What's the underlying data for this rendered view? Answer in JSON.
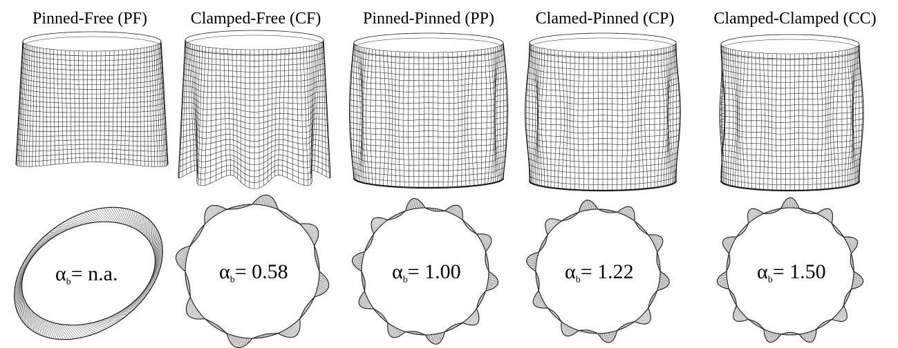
{
  "cases": [
    {
      "id": "PF",
      "title": "Pinned-Free (PF)",
      "alpha_symbol": "α",
      "alpha_sub": "b",
      "alpha_value": "= n.a.",
      "lobes": 2,
      "top_bc": "pinned",
      "bottom_bc": "free"
    },
    {
      "id": "CF",
      "title": "Clamped-Free (CF)",
      "alpha_symbol": "α",
      "alpha_sub": "b",
      "alpha_value": "= 0.58",
      "lobes": 8,
      "top_bc": "clamped",
      "bottom_bc": "free"
    },
    {
      "id": "PP",
      "title": "Pinned-Pinned (PP)",
      "alpha_symbol": "α",
      "alpha_sub": "b",
      "alpha_value": "= 1.00",
      "lobes": 10,
      "top_bc": "pinned",
      "bottom_bc": "pinned"
    },
    {
      "id": "CP",
      "title": "Clamed-Pinned (CP)",
      "alpha_symbol": "α",
      "alpha_sub": "b",
      "alpha_value": "= 1.22",
      "lobes": 10,
      "top_bc": "clamped",
      "bottom_bc": "pinned"
    },
    {
      "id": "CC",
      "title": "Clamped-Clamped (CC)",
      "alpha_symbol": "α",
      "alpha_sub": "b",
      "alpha_value": "= 1.50",
      "lobes": 11,
      "top_bc": "clamped",
      "bottom_bc": "clamped"
    }
  ],
  "colors": {
    "mesh": "#1a1a1a",
    "background": "#ffffff"
  }
}
